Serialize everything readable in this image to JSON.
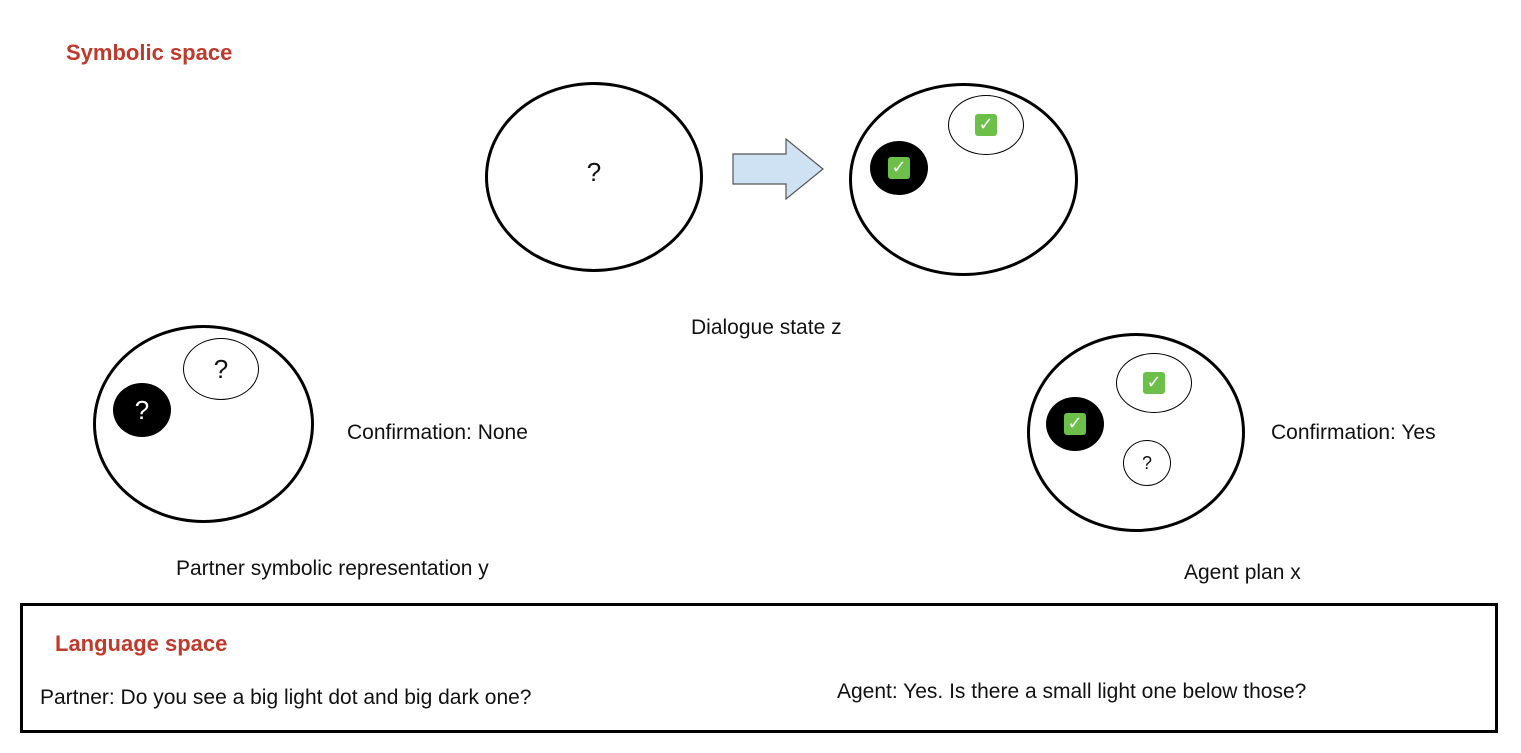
{
  "symbolic_space": {
    "title": "Symbolic space",
    "dialogue_state": {
      "before_mark": "?",
      "after_dark_mark": "✓",
      "after_light_mark": "✓",
      "caption": "Dialogue state z"
    },
    "partner": {
      "dark_mark": "?",
      "light_mark": "?",
      "confirmation": "Confirmation: None",
      "caption": "Partner symbolic representation y"
    },
    "agent": {
      "dark_mark": "✓",
      "light_mark": "✓",
      "small_mark": "?",
      "confirmation": "Confirmation: Yes",
      "caption": "Agent plan x"
    },
    "arrow_color": "#cfe2f3"
  },
  "language_space": {
    "title": "Language space",
    "partner_utterance": "Partner: Do you see a big light dot and big dark one?",
    "agent_utterance": "Agent: Yes. Is there a small light one below those?"
  },
  "colors": {
    "title_accent": "#c0392b",
    "check_green": "#6cc04a"
  }
}
